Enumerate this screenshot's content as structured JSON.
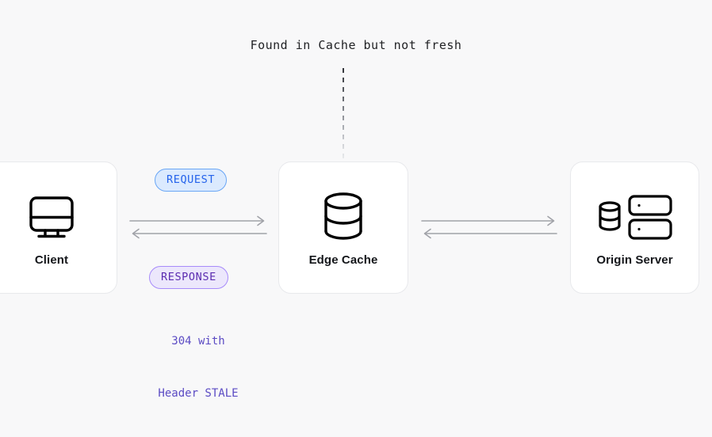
{
  "diagram": {
    "title": "Found in Cache but not fresh",
    "background_color": "#f8f8f9",
    "nodes": [
      {
        "id": "client",
        "label": "Client",
        "icon": "desktop-monitor-icon"
      },
      {
        "id": "edge-cache",
        "label": "Edge Cache",
        "icon": "database-cylinder-icon"
      },
      {
        "id": "origin-server",
        "label": "Origin Server",
        "icon": "server-rack-icon"
      }
    ],
    "badges": [
      {
        "id": "request",
        "label": "REQUEST",
        "text_color": "#2563eb",
        "fill_color": "#dbeafe",
        "border_color": "#6aa6f5"
      },
      {
        "id": "response",
        "label": "RESPONSE",
        "text_color": "#5b2cb0",
        "fill_color": "#ece7fc",
        "border_color": "#a78bfa"
      }
    ],
    "response_note": {
      "line1": "304 with",
      "line2": "Header STALE",
      "color": "#5b4bc4"
    },
    "connectors": {
      "arrow_color": "#a0a2a8",
      "dashed_line_color": "#33353a"
    }
  }
}
